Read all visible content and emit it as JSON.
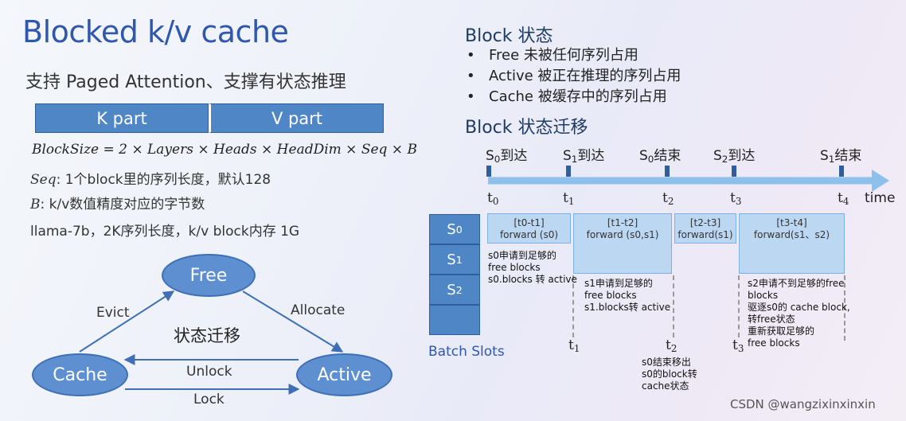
{
  "title": "Blocked k/v cache",
  "subtitle": "支持 Paged Attention、支撑有状态推理",
  "kv_parts": [
    "K part",
    "V part"
  ],
  "formula": "BlockSize = 2 × Layers × Heads × HeadDim × Seq × B",
  "notes": {
    "seq_var": "Seq",
    "seq_text": ": 1个block里的序列长度，默认128",
    "b_var": "B",
    "b_text": ": k/v数值精度对应的字节数",
    "llama": "llama-7b，2K序列长度，k/v block内存 1G"
  },
  "state_diagram": {
    "free": "Free",
    "cache": "Cache",
    "active": "Active",
    "center_label": "状态迁移",
    "edges": {
      "evict": "Evict",
      "allocate": "Allocate",
      "unlock": "Unlock",
      "lock": "Lock"
    }
  },
  "block_states": {
    "heading": "Block 状态",
    "items": [
      "Free 未被任何序列占用",
      "Active 被正在推理的序列占用",
      "Cache 被缓存中的序列占用"
    ]
  },
  "migration_heading": "Block 状态迁移",
  "timeline": {
    "events": [
      {
        "pre": "S",
        "sub": "0",
        "post": "到达"
      },
      {
        "pre": "S",
        "sub": "1",
        "post": "到达"
      },
      {
        "pre": "S",
        "sub": "0",
        "post": "结束"
      },
      {
        "pre": "S",
        "sub": "2",
        "post": "到达"
      },
      {
        "pre": "S",
        "sub": "1",
        "post": "结束"
      }
    ],
    "ticks": [
      {
        "pre": "t",
        "sub": "0"
      },
      {
        "pre": "t",
        "sub": "1"
      },
      {
        "pre": "t",
        "sub": "2"
      },
      {
        "pre": "t",
        "sub": "3"
      },
      {
        "pre": "t",
        "sub": "4"
      }
    ],
    "axis_label": "time"
  },
  "batch_slots": {
    "label": "Batch Slots",
    "slots": [
      {
        "pre": "S",
        "sub": "0"
      },
      {
        "pre": "S",
        "sub": "1"
      },
      {
        "pre": "S",
        "sub": "2"
      },
      {
        "pre": "",
        "sub": ""
      }
    ]
  },
  "phases": [
    {
      "range": "[t0-t1]",
      "action": "forward (s0)"
    },
    {
      "range": "[t1-t2]",
      "action": "forward (s0,s1)"
    },
    {
      "range": "[t2-t3]",
      "action": "forward(s1)"
    },
    {
      "range": "[t3-t4]",
      "action": "forward(s1、s2)"
    }
  ],
  "annotations": {
    "a0": [
      "s0申请到足够的",
      "free blocks",
      "s0.blocks 转 active"
    ],
    "a1": [
      "s1申请到足够的",
      "free blocks",
      "s1.blocks转 active"
    ],
    "a2": [
      "s0结束移出",
      "s0的block转",
      "cache状态"
    ],
    "a3": [
      "s2申请不到足够的free",
      "blocks",
      "驱逐s0的 cache block,",
      "转free状态",
      "重新获取足够的",
      "free blocks"
    ]
  },
  "lower_ticks": [
    {
      "pre": "t",
      "sub": "1"
    },
    {
      "pre": "t",
      "sub": "2"
    },
    {
      "pre": "t",
      "sub": "3"
    }
  ],
  "watermark": "CSDN @wangzixinxinxin",
  "colors": {
    "title": "#2f58ad",
    "block_fill": "#4f87c6",
    "phase_fill": "#bcd7f2",
    "arrow": "#3f6fb5"
  }
}
